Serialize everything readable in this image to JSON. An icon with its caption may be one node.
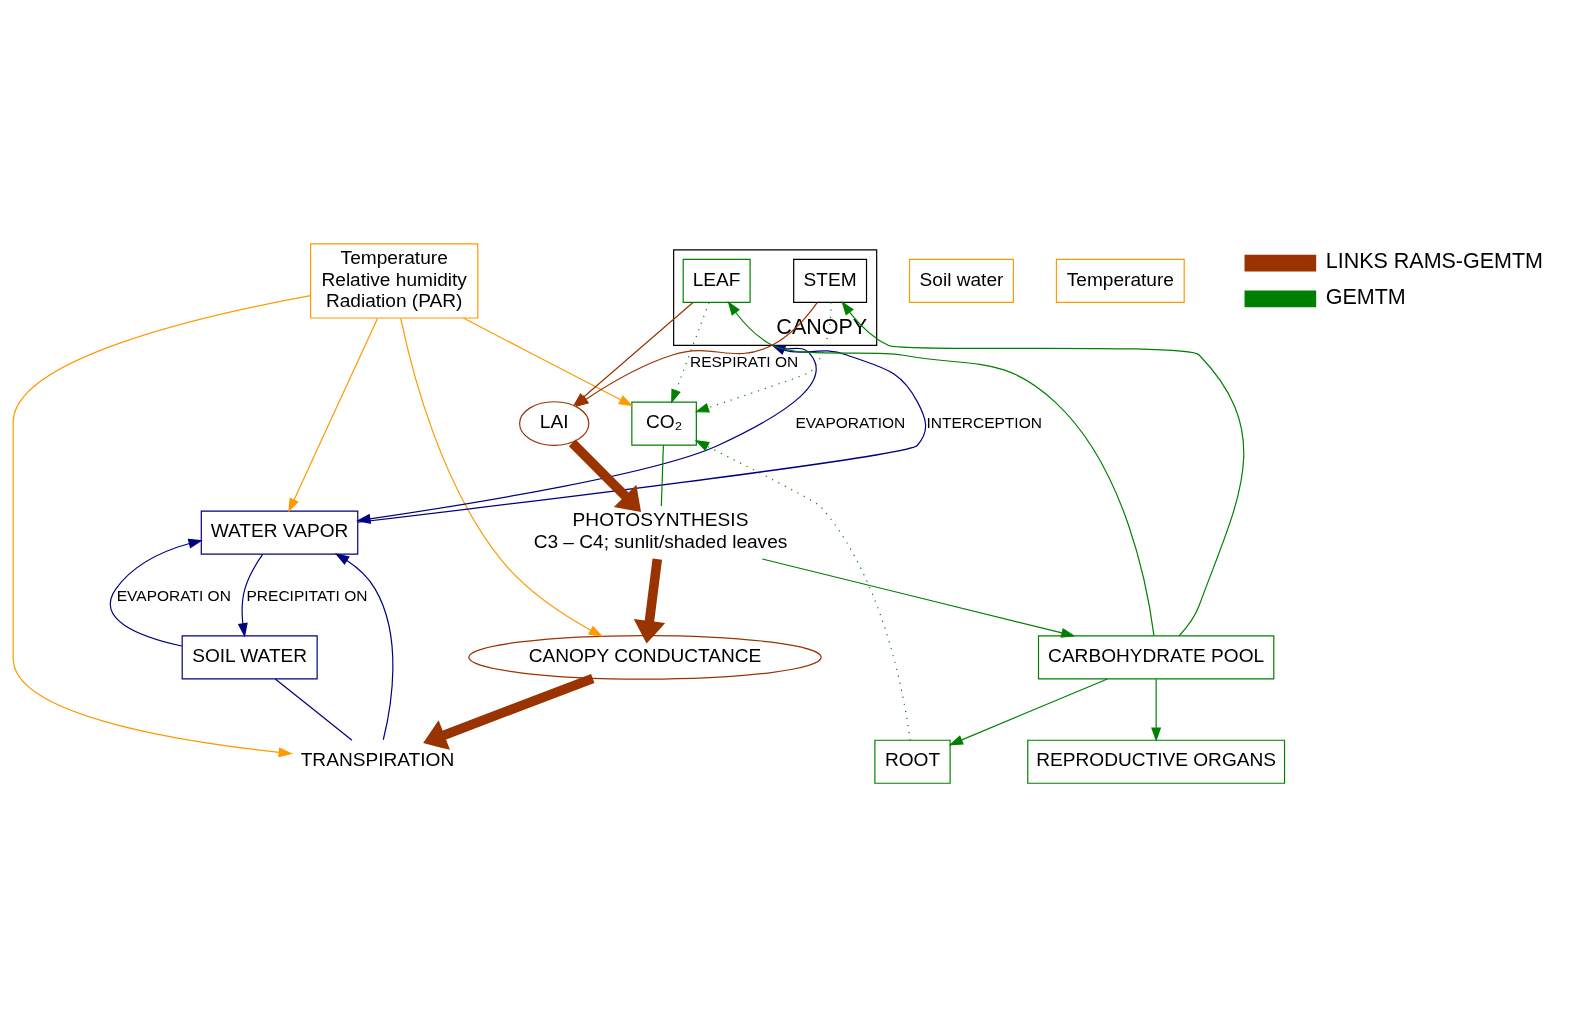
{
  "diagram": {
    "nodes": [
      {
        "text": [
          "Temperature",
          "Relative humidity",
          "Radiation (PAR)"
        ]
      },
      {
        "text": [
          "WATER VAPOR"
        ]
      },
      {
        "text": [
          "CO₂"
        ]
      },
      {
        "text": [
          "CANOPY CONDUCTANCE"
        ]
      },
      {
        "text": [
          "PHOTOSYNTHESIS",
          "C3 – C4; sunlit/shaded leaves"
        ]
      },
      {
        "text": [
          "TRANSPIRATION"
        ]
      },
      {
        "text": [
          "CARBOHYDRATE POOL"
        ]
      },
      {
        "text": [
          "Soil water"
        ]
      },
      {
        "text": [
          "CANOPY"
        ]
      },
      {
        "text": [
          "LAI"
        ]
      },
      {
        "text": [
          "LEAF"
        ],
        "in": 8
      },
      {
        "text": [
          "STEM"
        ],
        "in": 8
      },
      {
        "text": [
          "Temperature"
        ]
      },
      {
        "text": [
          "ROOT"
        ]
      },
      {
        "text": [
          "REPRODUCTIVE ORGANS"
        ]
      },
      {
        "text": [
          "SOIL WATER"
        ]
      }
    ],
    "edges": [
      {
        "from": 0,
        "to": 1,
        "arrow": "to",
        "color": "#ff9900"
      },
      {
        "from": 0,
        "to": 5,
        "arrow": "to",
        "color": "#ff9900"
      },
      {
        "from": 0,
        "to": 3,
        "arrow": "to",
        "color": "#ff9900"
      },
      {
        "from": 0,
        "to": 2,
        "arrow": "to",
        "color": "#ff9900"
      },
      {
        "from": 3,
        "to": 5,
        "arrow": "to",
        "style": "thick",
        "color": "#993300"
      },
      {
        "from": 4,
        "to": 3,
        "arrow": "to",
        "style": "thick",
        "color": "#993300"
      },
      {
        "from": 9,
        "to": 4,
        "arrow": "to",
        "style": "thick",
        "color": "#993300"
      },
      {
        "from": 2,
        "to": 4,
        "arrow": "none",
        "color": "#008000"
      },
      {
        "from": 4,
        "to": 6,
        "arrow": "to",
        "color": "#008000"
      },
      {
        "from": 6,
        "to": 10,
        "arrow": "to",
        "color": "#008000"
      },
      {
        "from": 6,
        "to": 11,
        "arrow": "to",
        "color": "#008000"
      },
      {
        "from": 6,
        "to": 13,
        "arrow": "to",
        "color": "#008000"
      },
      {
        "from": 6,
        "to": 14,
        "arrow": "to",
        "color": "#008000"
      },
      {
        "from": 10,
        "to": 9,
        "arrow": "to",
        "color": "#993300"
      },
      {
        "from": 11,
        "to": 9,
        "arrow": "to",
        "color": "#993300"
      },
      {
        "from": 10,
        "to": 2,
        "arrow": "to",
        "style": "dashed",
        "color": "#008000",
        "label": "RESPIRATI ON"
      },
      {
        "from": 11,
        "to": 2,
        "arrow": "to",
        "style": "dashed",
        "color": "#008000"
      },
      {
        "from": 13,
        "to": 2,
        "arrow": "to",
        "style": "dashed",
        "color": "#008000"
      },
      {
        "from": 8,
        "to": 1,
        "arrow": "to",
        "label": "EVAPORATION",
        "color": "#000080"
      },
      {
        "from": 1,
        "to": 8,
        "arrow": "to",
        "label": "INTERCEPTION",
        "color": "#000080"
      },
      {
        "from": 5,
        "to": 1,
        "arrow": "to",
        "color": "#000080"
      },
      {
        "from": 1,
        "to": 15,
        "arrow": "to",
        "label": "PRECIPITATI ON",
        "color": "#000080"
      },
      {
        "from": 15,
        "to": 1,
        "arrow": "to",
        "label": "EVAPORATI ON",
        "color": "#000080"
      },
      {
        "from": 15,
        "to": 5,
        "arrow": "none",
        "color": "#000080"
      }
    ],
    "legend": [
      {
        "text": "LINKS RAMS-GEMTM",
        "color": "#993300"
      },
      {
        "text": "GEMTM",
        "color": "#008000"
      }
    ]
  }
}
